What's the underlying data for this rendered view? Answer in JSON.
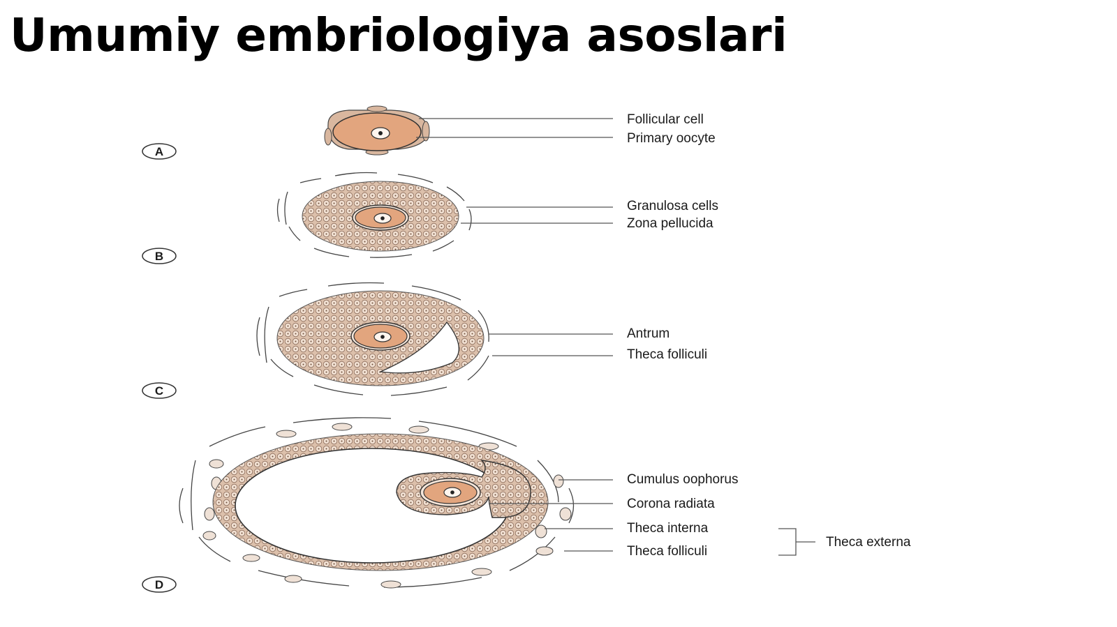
{
  "title": "Umumiy embriologiya asoslari",
  "colors": {
    "oocyte": "#e2a57e",
    "granulosa_fill": "#d9bba6",
    "cell_fill": "#f0ddcf",
    "line": "#333333"
  },
  "stages": [
    {
      "letter": "A",
      "labels": [
        "Follicular cell",
        "Primary oocyte"
      ]
    },
    {
      "letter": "B",
      "labels": [
        "Granulosa cells",
        "Zona pellucida"
      ]
    },
    {
      "letter": "C",
      "labels": [
        "Antrum",
        "Theca folliculi"
      ]
    },
    {
      "letter": "D",
      "labels": [
        "Cumulus oophorus",
        "Corona radiata",
        "Theca interna",
        "Theca folliculi"
      ]
    }
  ],
  "bracket_label": "Theca externa"
}
